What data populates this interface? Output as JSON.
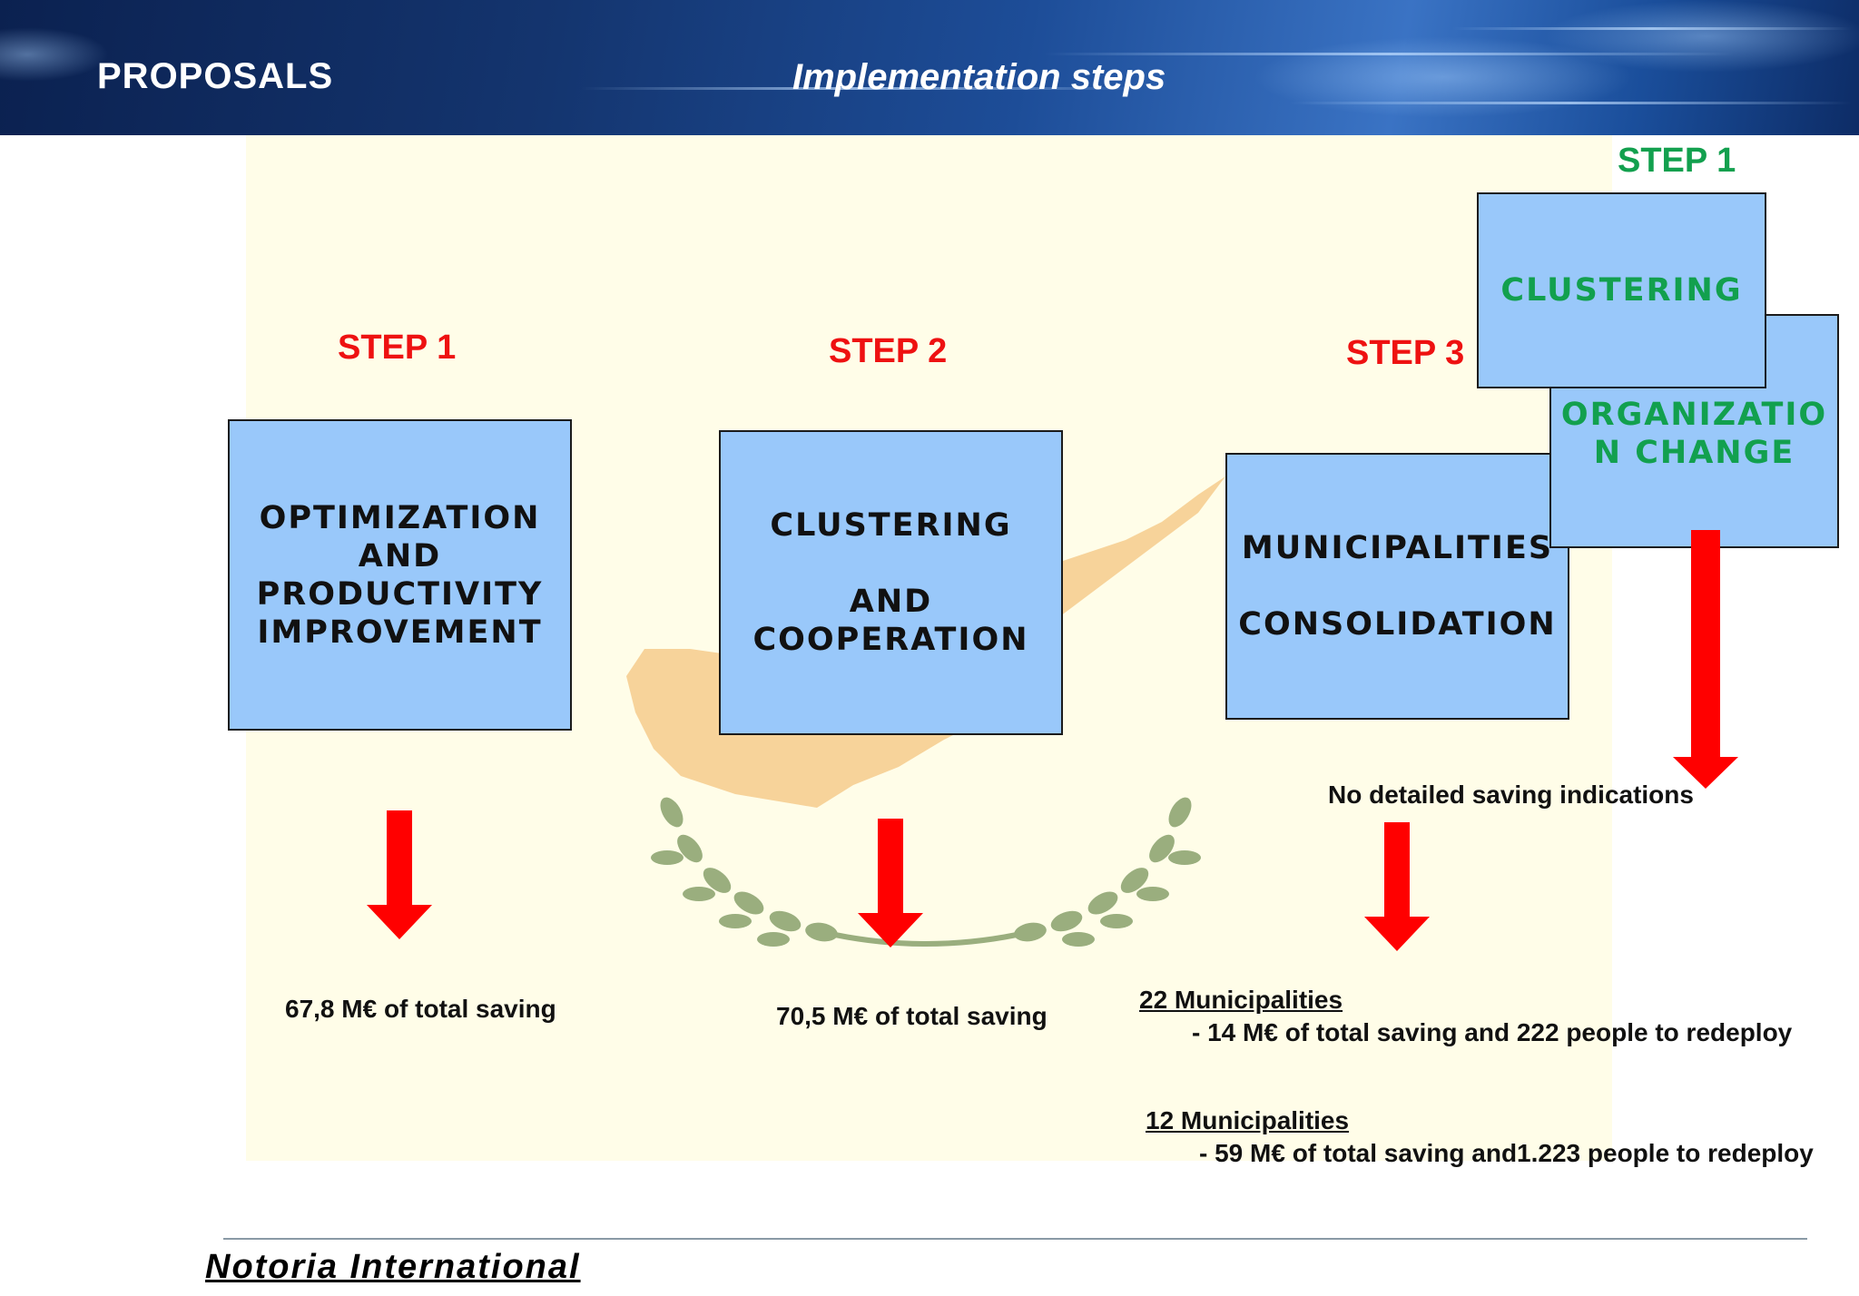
{
  "header": {
    "title": "PROPOSALS",
    "subtitle": "Implementation steps"
  },
  "colors": {
    "header_blue": "#14356f",
    "step_red": "#ee1111",
    "step_green": "#12a04e",
    "box_fill": "#99c8fa",
    "arrow_red": "#ff0000",
    "backdrop": "#fffde8",
    "flag_orange": "#f7d39a",
    "flag_olive": "#9aae7e"
  },
  "steps": [
    {
      "label": "STEP 1",
      "box_text": "OPTIMIZATION\nAND\nPRODUCTIVITY\nIMPROVEMENT",
      "result": "67,8 M€ of total saving"
    },
    {
      "label": "STEP 2",
      "box_text": "CLUSTERING\n\nAND\nCOOPERATION",
      "result": "70,5 M€ of total saving"
    },
    {
      "label": "STEP 3",
      "box_text": "MUNICIPALITIES\n\nCONSOLIDATION",
      "result_a_title": "22 Municipalities",
      "result_a_detail": "- 14 M€ of total saving and 222 people to redeploy",
      "result_b_title": "12 Municipalities",
      "result_b_detail": "- 59 M€ of total saving and1.223 people to redeploy"
    }
  ],
  "alt_path": {
    "label": "STEP 1",
    "box_a_text": "CLUSTERING",
    "box_b_text": "ORGANIZATIO\nN CHANGE",
    "note": "No detailed saving indications"
  },
  "footer": {
    "brand": "Notoria International"
  }
}
